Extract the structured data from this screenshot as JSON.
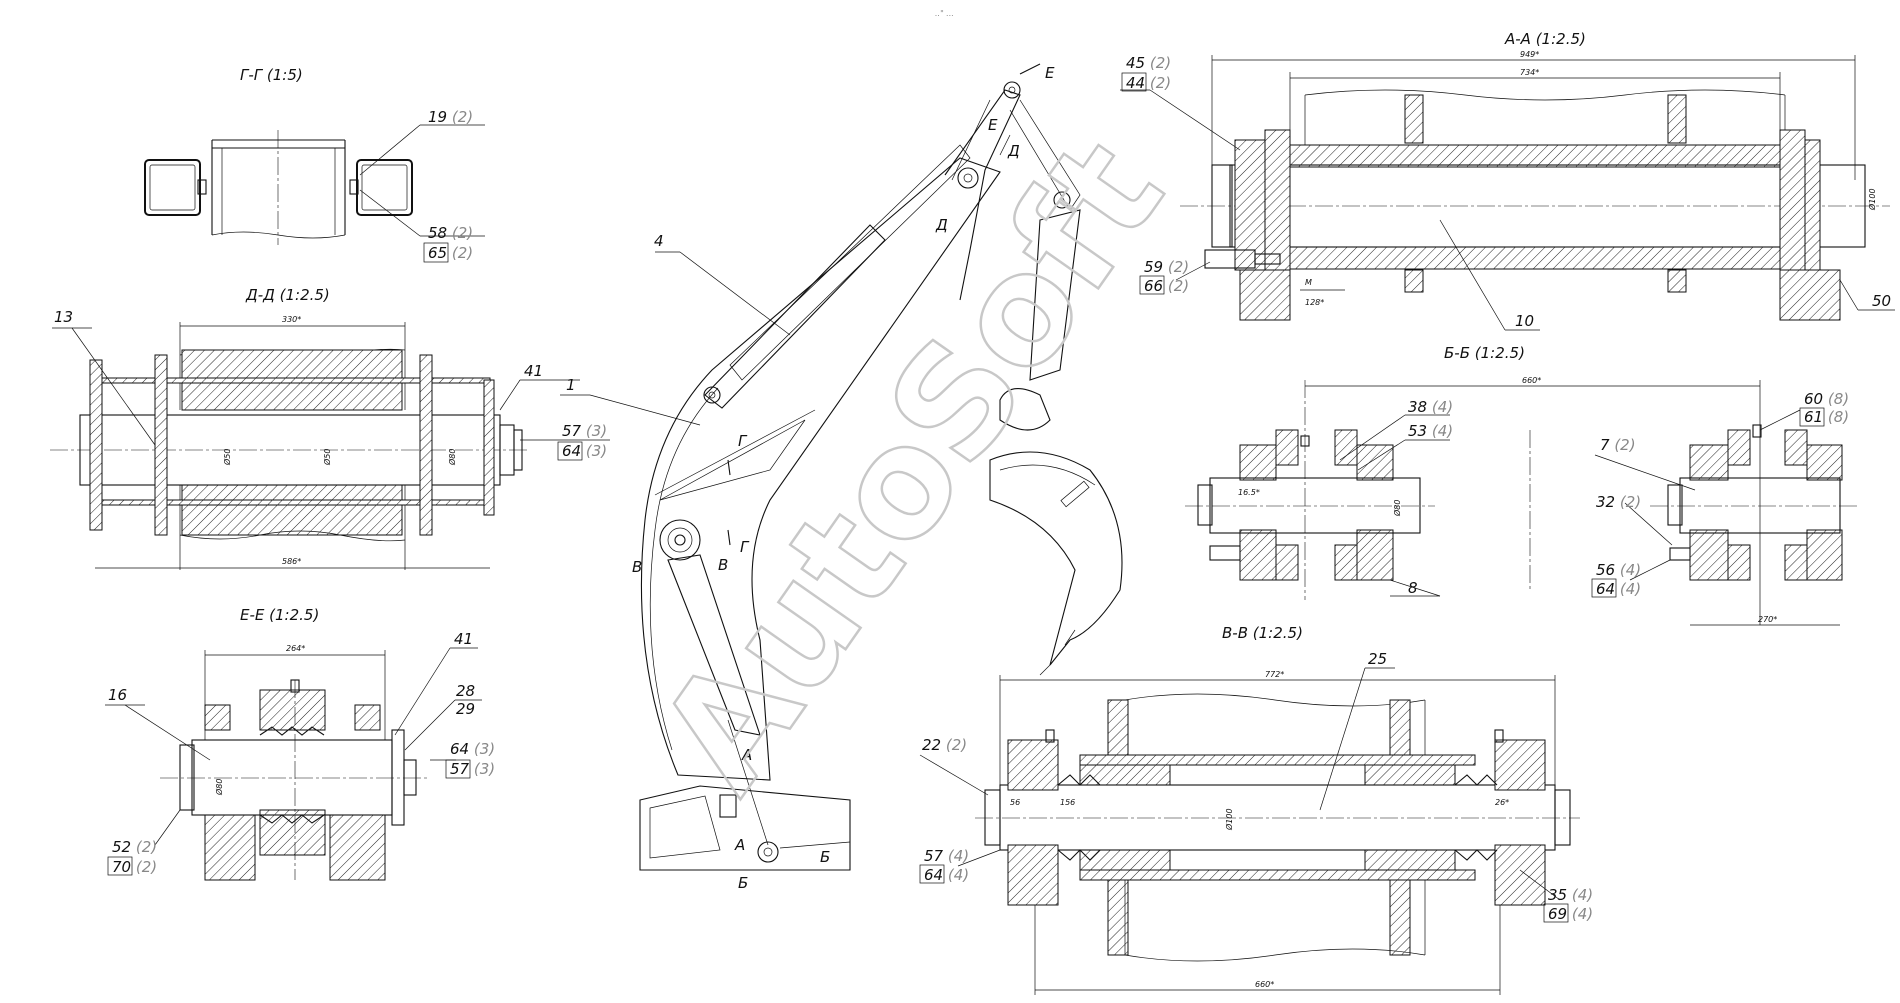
{
  "watermark": "AutoSoft",
  "top_note": "..\" ...",
  "sections": {
    "g": {
      "title": "Г-Г (1:5)",
      "callouts": [
        {
          "num": "19",
          "qty": "(2)"
        },
        {
          "num": "58",
          "qty": "(2)"
        },
        {
          "num": "65",
          "qty": "(2)"
        }
      ]
    },
    "d": {
      "title": "Д-Д (1:2.5)",
      "dim_top": "330*",
      "dim_bottom": "586*",
      "dims_inner": [
        "Ø50",
        "Ø50",
        "Ø80"
      ],
      "callouts": [
        {
          "num": "13",
          "qty": ""
        },
        {
          "num": "41",
          "qty": ""
        },
        {
          "num": "57",
          "qty": "(3)"
        },
        {
          "num": "64",
          "qty": "(3)"
        }
      ]
    },
    "e": {
      "title": "Е-Е (1:2.5)",
      "dim_top": "264*",
      "dim_inner": "Ø80",
      "callouts": [
        {
          "num": "16",
          "qty": ""
        },
        {
          "num": "41",
          "qty": ""
        },
        {
          "num": "28",
          "qty": ""
        },
        {
          "num": "29",
          "qty": ""
        },
        {
          "num": "64",
          "qty": "(3)"
        },
        {
          "num": "57",
          "qty": "(3)"
        },
        {
          "num": "52",
          "qty": "(2)"
        },
        {
          "num": "70",
          "qty": "(2)"
        }
      ]
    },
    "a": {
      "title": "А-А (1:2.5)",
      "dim_top": "949*",
      "dim_second": "734*",
      "dim_small": "128*",
      "dim_inner": "Ø100",
      "mark": "M",
      "callouts": [
        {
          "num": "45",
          "qty": "(2)"
        },
        {
          "num": "44",
          "qty": "(2)"
        },
        {
          "num": "59",
          "qty": "(2)"
        },
        {
          "num": "66",
          "qty": "(2)"
        },
        {
          "num": "10",
          "qty": ""
        },
        {
          "num": "50",
          "qty": ""
        }
      ]
    },
    "b": {
      "title": "Б-Б (1:2.5)",
      "dim_top": "660*",
      "dim_right": "270*",
      "dim_small": "16.5*",
      "dim_inner": "Ø80",
      "callouts": [
        {
          "num": "38",
          "qty": "(4)"
        },
        {
          "num": "53",
          "qty": "(4)"
        },
        {
          "num": "8",
          "qty": ""
        },
        {
          "num": "60",
          "qty": "(8)"
        },
        {
          "num": "61",
          "qty": "(8)"
        },
        {
          "num": "7",
          "qty": "(2)"
        },
        {
          "num": "32",
          "qty": "(2)"
        },
        {
          "num": "56",
          "qty": "(4)"
        },
        {
          "num": "64",
          "qty": "(4)"
        }
      ]
    },
    "v": {
      "title": "В-В (1:2.5)",
      "dim_top": "772*",
      "dim_bottom": "660*",
      "dims_small": [
        "56",
        "156",
        "26*"
      ],
      "dim_inner": "Ø100",
      "callouts": [
        {
          "num": "25",
          "qty": ""
        },
        {
          "num": "22",
          "qty": "(2)"
        },
        {
          "num": "57",
          "qty": "(4)"
        },
        {
          "num": "64",
          "qty": "(4)"
        },
        {
          "num": "35",
          "qty": "(4)"
        },
        {
          "num": "69",
          "qty": "(4)"
        }
      ]
    }
  },
  "boom": {
    "callouts": [
      {
        "num": "4"
      },
      {
        "num": "1"
      }
    ],
    "section_marks": [
      "Е",
      "Е",
      "Д",
      "Д",
      "Г",
      "Г",
      "В",
      "В",
      "А",
      "А",
      "Б",
      "Б"
    ]
  }
}
